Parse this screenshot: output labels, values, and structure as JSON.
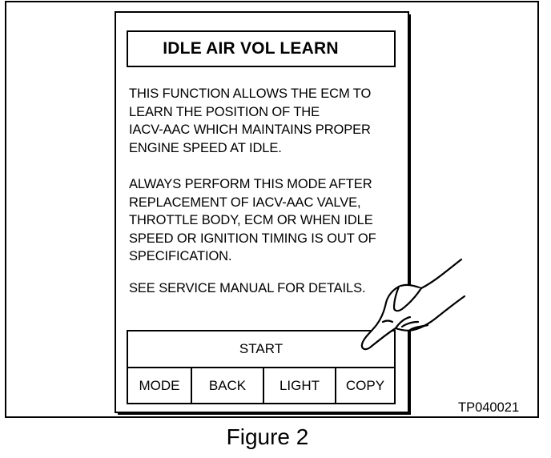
{
  "screen": {
    "title": "IDLE AIR VOL LEARN",
    "paragraphs": [
      "THIS FUNCTION ALLOWS THE ECM TO\nLEARN THE POSITION OF THE\nIACV-AAC WHICH MAINTAINS PROPER\nENGINE SPEED AT IDLE.",
      "ALWAYS PERFORM THIS MODE AFTER\nREPLACEMENT OF IACV-AAC VALVE,\nTHROTTLE BODY, ECM OR WHEN IDLE\nSPEED OR IGNITION TIMING IS OUT OF\nSPECIFICATION.",
      "SEE SERVICE MANUAL FOR DETAILS."
    ],
    "start_label": "START",
    "function_keys": {
      "mode": "MODE",
      "back": "BACK",
      "light": "LIGHT",
      "copy": "COPY"
    }
  },
  "figure": {
    "code": "TP040021",
    "caption": "Figure 2"
  },
  "icons": {
    "pointer": "pointing-hand-icon"
  }
}
